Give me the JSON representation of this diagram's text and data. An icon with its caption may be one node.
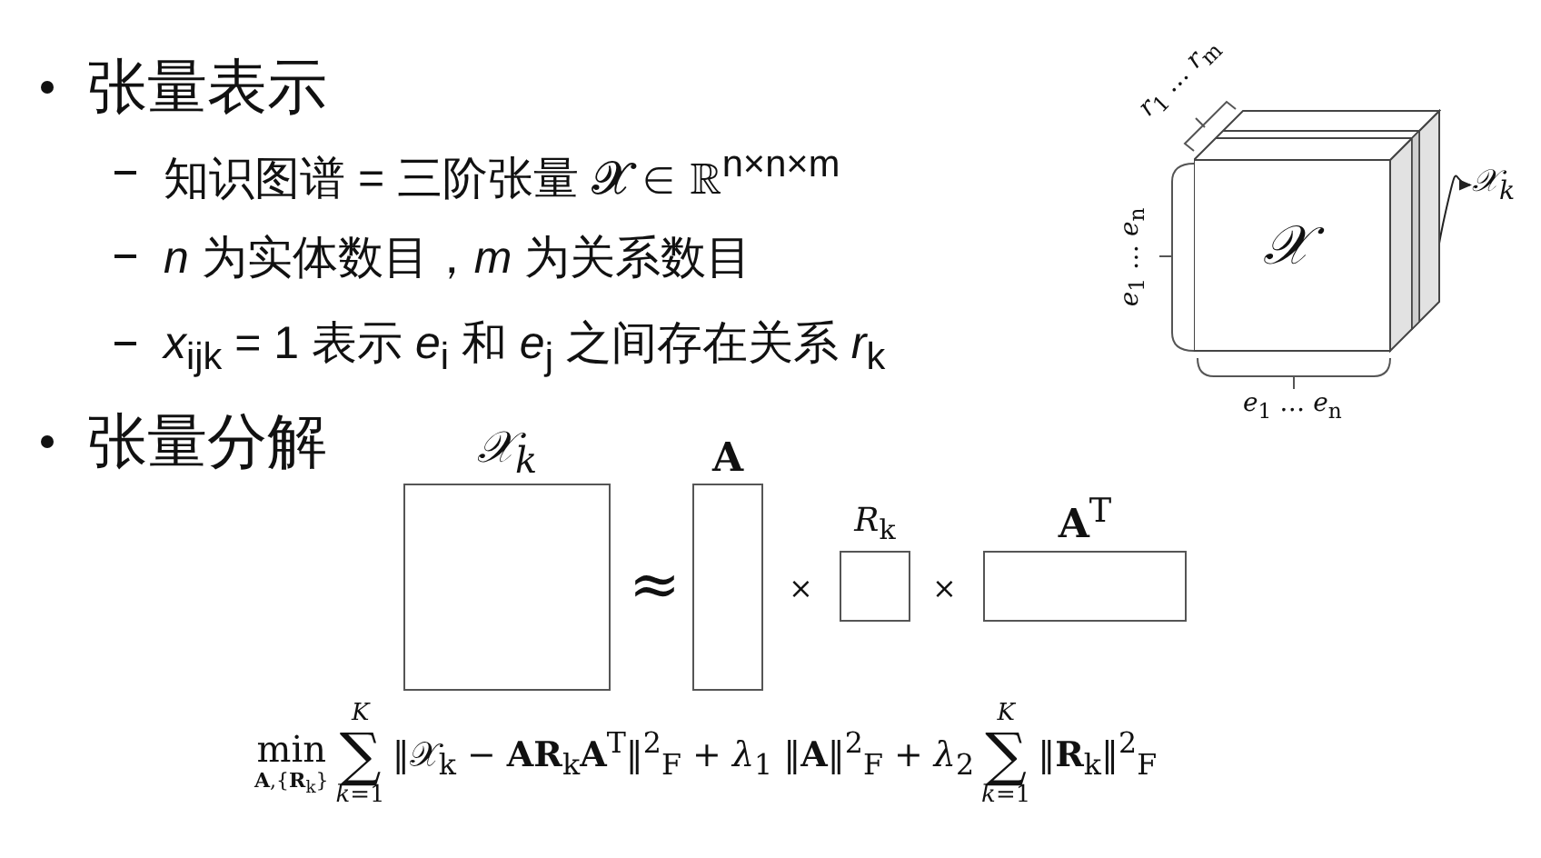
{
  "diagram": {
    "nodes": [
      {
        "text": [
          "𝒳"
        ]
      },
      {
        "text": [],
        "shape": "box"
      },
      {
        "text": [
          "𝒳$_{k}$"
        ]
      },
      {
        "text": [
          "𝒳$_{k}$"
        ]
      },
      {
        "text": [
          "A"
        ]
      },
      {
        "text": [
          "*R*$_{k}$"
        ]
      },
      {
        "text": [
          "**A**$^{T}$"
        ]
      }
    ],
    "edges": [
      {
        "from": 1,
        "to": 2,
        "arrow": "to"
      }
    ],
    "labels": [
      "张量表示",
      "知识图谱 = 三阶张量 𝓧 ∈ ℝ$^{n×n×m}$",
      "*n* 为实体数目，*m* 为关系数目",
      "*x*$_{ijk}$ = 1 表示 *e*$_{i}$ 和 *e*$_{j}$ 之间存在关系 *r*$_{k}$",
      "张量分解",
      "*r*$_{1}$ … *r*$_{m}$",
      "*e*$_{1}$ … *e*$_{n}$",
      "*e*$_{1}$ … *e*$_{n}$",
      "≈",
      "×",
      "×",
      "min",
      "**A**,{**R**$_{k}$}",
      "K",
      "∑",
      "*k*=1",
      "‖𝒳$_{k}$ − **AR**$_{k}$**A**$^{T}$‖$^{2}$$_{F}$ + *λ*$_{1}$ ‖**A**‖$^{2}$$_{F}$ + *λ*$_{2}$",
      "K",
      "∑",
      "*k*=1",
      "‖**R**$_{k}$‖$^{2}$$_{F}$"
    ]
  }
}
